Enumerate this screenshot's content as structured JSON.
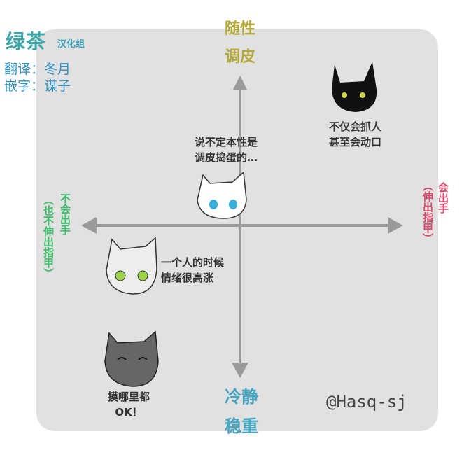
{
  "logo": {
    "name": "绿茶",
    "group": "汉化组"
  },
  "credits": [
    {
      "role": "翻译：",
      "name": "冬月"
    },
    {
      "role": "嵌字：",
      "name": "谋子"
    }
  ],
  "axes": {
    "top": [
      "随性",
      "调皮"
    ],
    "bottom": [
      "冷静",
      "稳重"
    ],
    "left_main": "不会出手",
    "left_sub": "（也不伸出指甲）",
    "right_main": "会出手",
    "right_sub": "（伸出指甲）"
  },
  "cats": [
    {
      "lines": [
        "不仅会抓人",
        "甚至会动口"
      ],
      "color": "#111111"
    },
    {
      "lines": [
        "说不定本性是",
        "调皮捣蛋的…"
      ],
      "color": "#ffffff"
    },
    {
      "lines": [
        "一个人的时候",
        "情绪很高涨"
      ],
      "color": "#eeeeee"
    },
    {
      "lines": [
        "摸哪里都",
        "OK！"
      ],
      "color": "#666666"
    }
  ],
  "signature": "@Hasq-sj",
  "colors": {
    "panel": "#e1e1e1",
    "axis": "#9a9a9a",
    "top": "#b3a83a",
    "bottom": "#49a6c0",
    "left": "#3cbf6a",
    "right": "#d9476d"
  }
}
